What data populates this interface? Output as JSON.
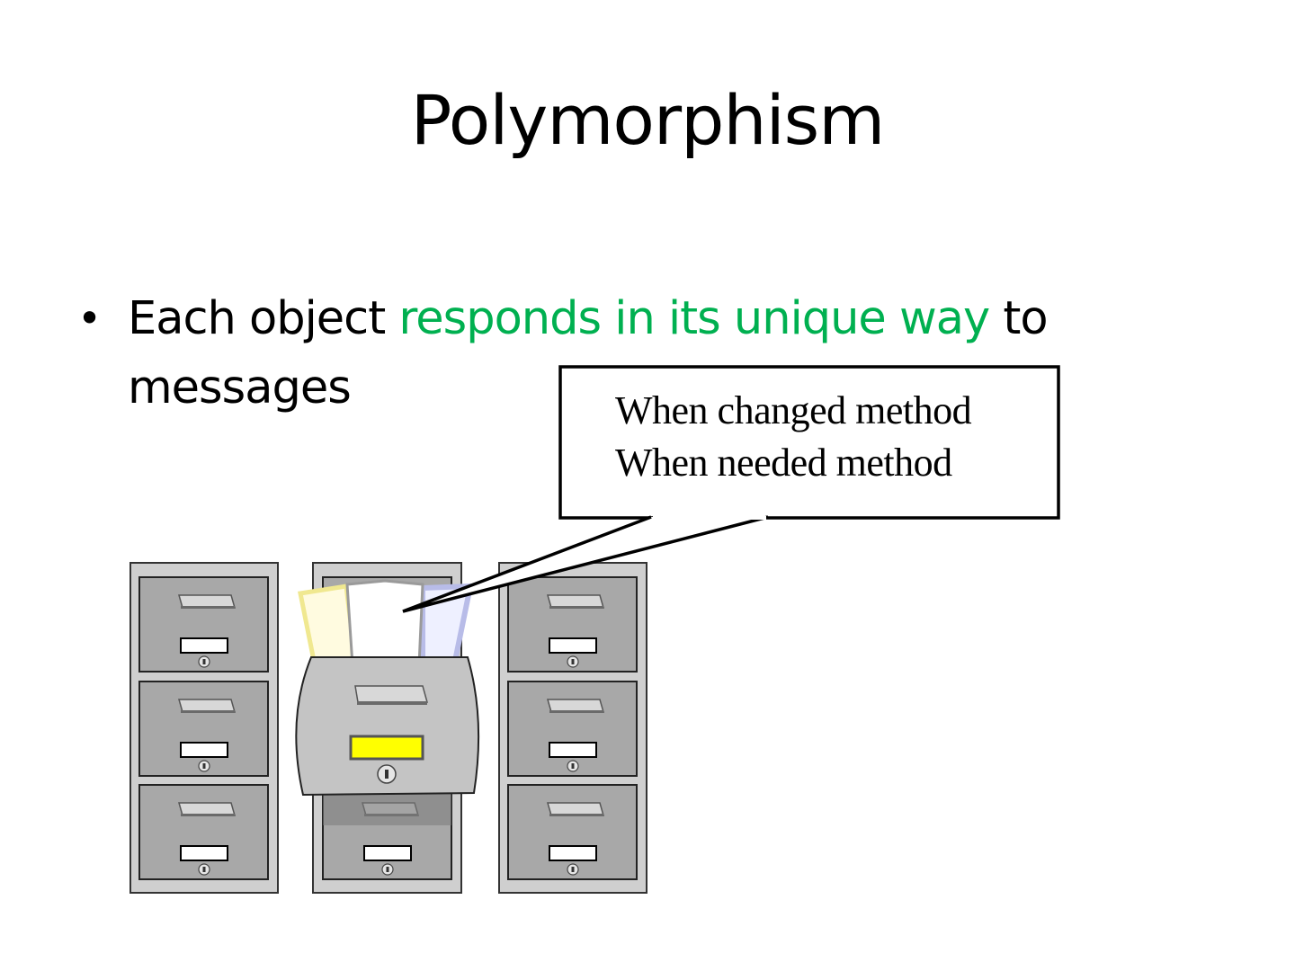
{
  "slide": {
    "title": "Polymorphism",
    "bullet": {
      "symbol": "•",
      "text_before": "Each object ",
      "text_highlight": "responds in its unique way",
      "text_after": " to messages",
      "highlight_color": "#00b050"
    }
  },
  "callout": {
    "lines": [
      "When changed method",
      "When needed method"
    ]
  },
  "illustration": {
    "icon": "filing-cabinets-icon",
    "label_color": "#ffff00"
  }
}
